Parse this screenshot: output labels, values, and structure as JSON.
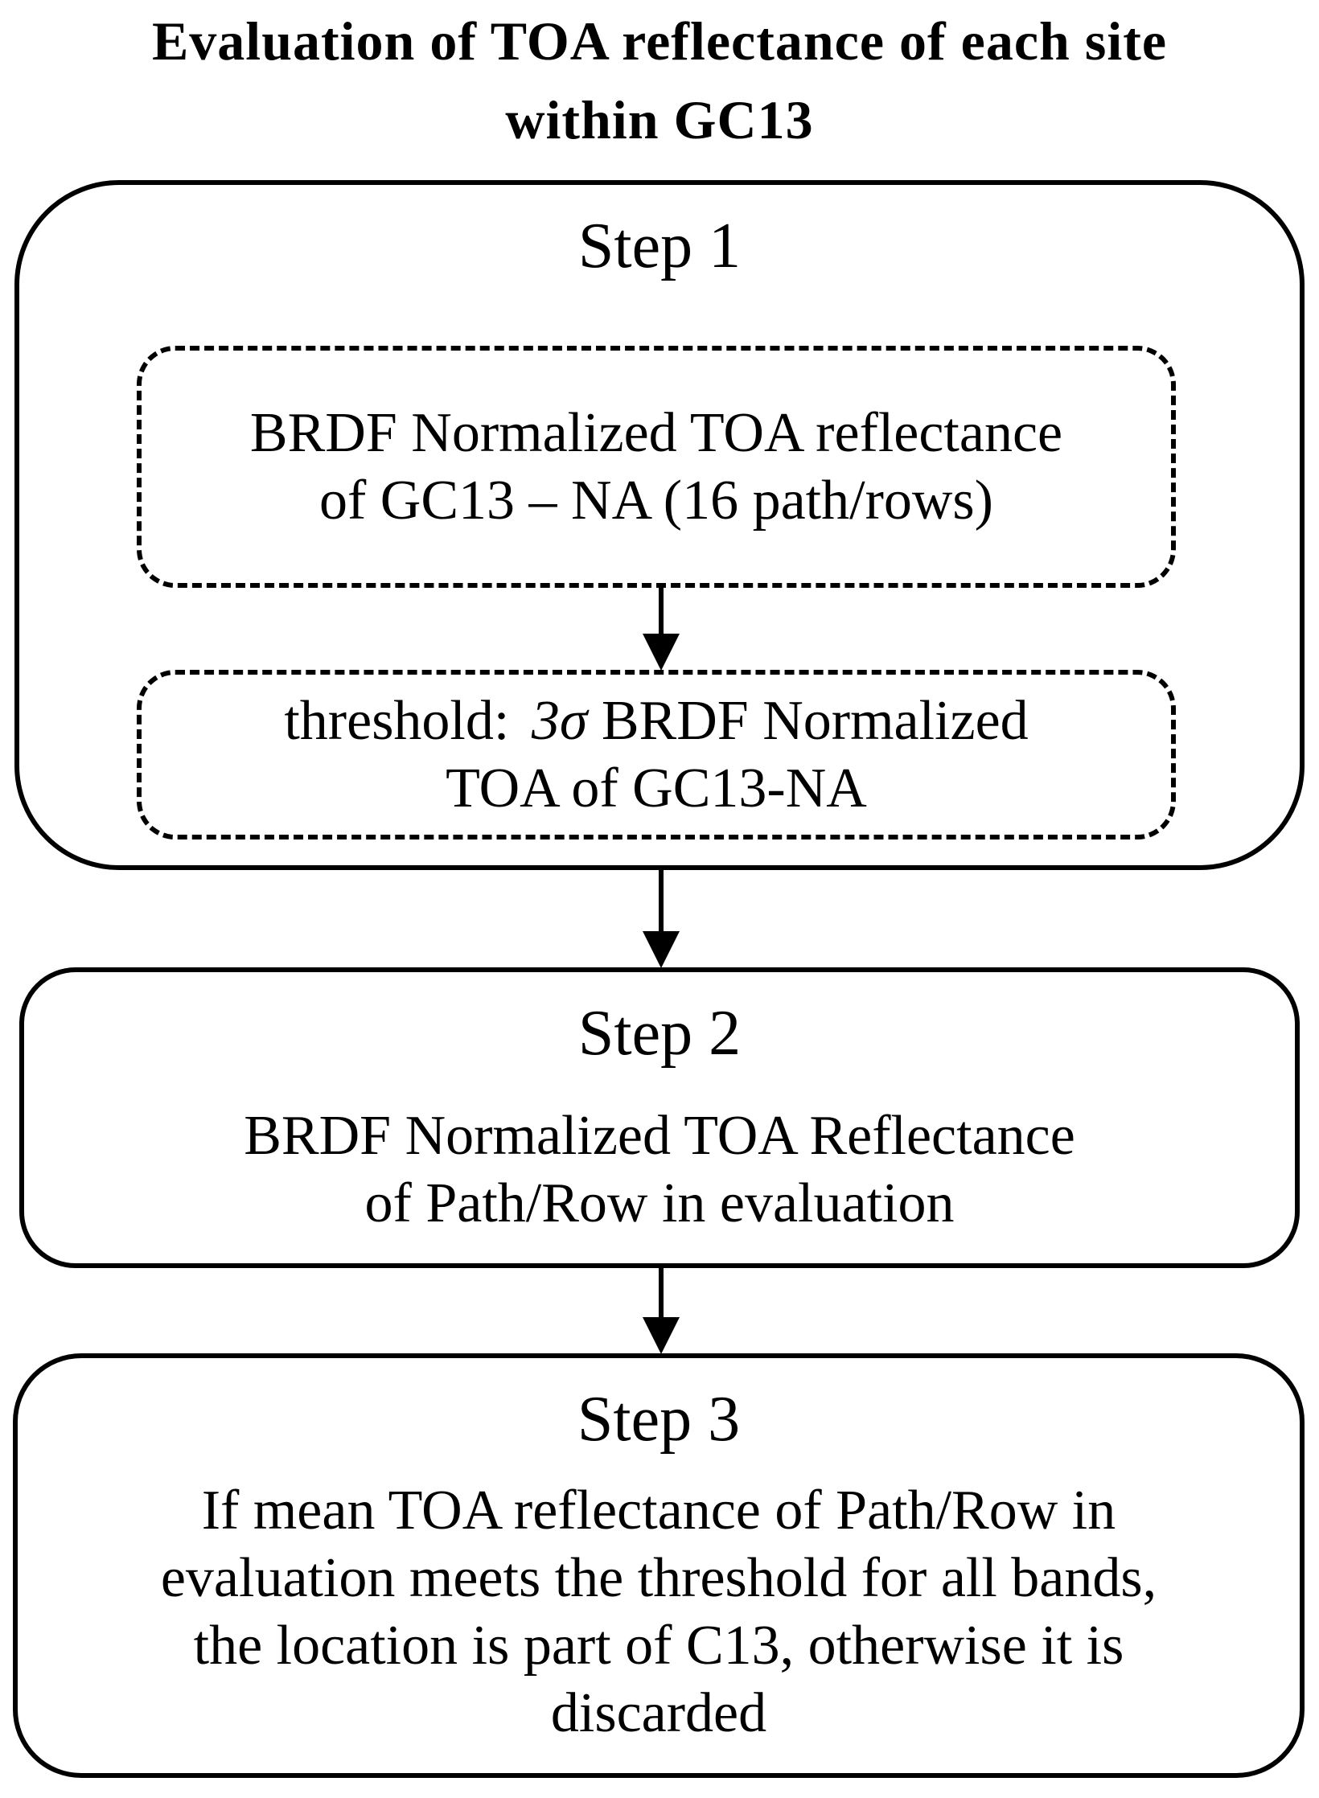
{
  "title": {
    "line1": "Evaluation of TOA reflectance of each site",
    "line2": "within GC13"
  },
  "steps": [
    {
      "heading": "Step 1",
      "boxes": [
        {
          "lines": [
            "BRDF Normalized TOA reflectance",
            "of GC13 – NA (16 path/rows)"
          ]
        },
        {
          "line1_pre": "threshold: ",
          "line1_math": "3σ",
          "line1_post": " BRDF Normalized",
          "line2": "TOA of GC13-NA"
        }
      ]
    },
    {
      "heading": "Step 2",
      "lines": [
        "BRDF Normalized TOA Reflectance",
        "of Path/Row in evaluation"
      ]
    },
    {
      "heading": "Step 3",
      "lines": [
        "If mean TOA reflectance of Path/Row in",
        "evaluation meets the threshold for all bands,",
        "the location is part of C13, otherwise it is",
        "discarded"
      ]
    }
  ],
  "colors": {
    "ink": "#000000",
    "background": "#ffffff"
  }
}
